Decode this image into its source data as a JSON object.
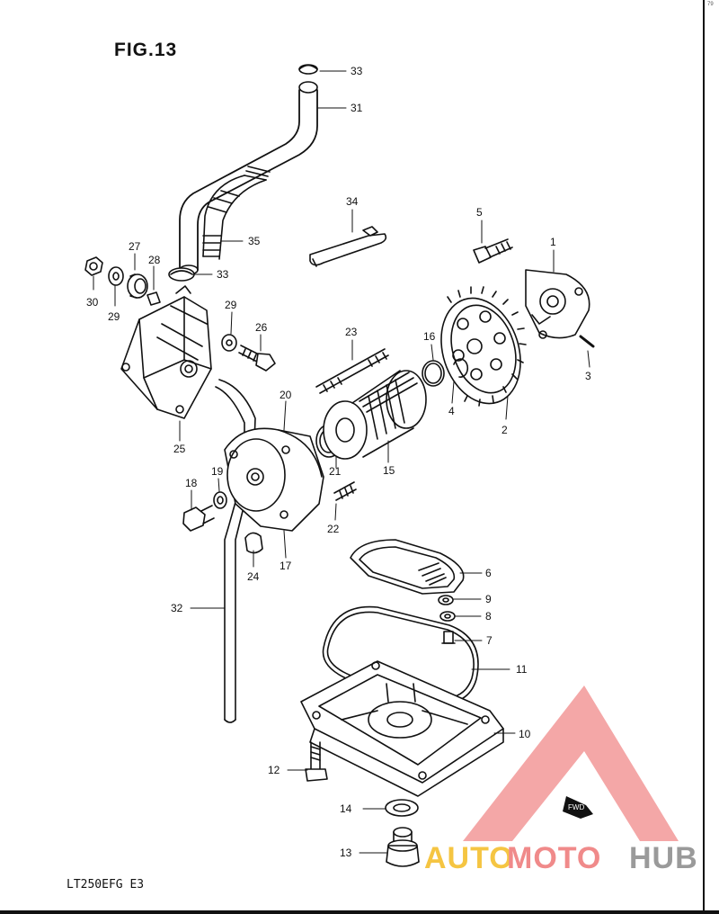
{
  "figure": {
    "title": "FIG.13",
    "model_code": "LT250EFG  E3",
    "corner_mark": "79"
  },
  "watermark": {
    "text_auto": "AUTO",
    "text_moto": "MOTO",
    "text_hub": "HUB",
    "fwd_label": "FWD",
    "colors": {
      "auto": "#f5c542",
      "moto": "#f08a8a",
      "hub": "#9a9a9a",
      "triangle": "#f08a8a"
    }
  },
  "parts": [
    {
      "id": "33a",
      "label": "33"
    },
    {
      "id": "31",
      "label": "31"
    },
    {
      "id": "35",
      "label": "35"
    },
    {
      "id": "33b",
      "label": "33"
    },
    {
      "id": "34",
      "label": "34"
    },
    {
      "id": "5",
      "label": "5"
    },
    {
      "id": "1",
      "label": "1"
    },
    {
      "id": "3",
      "label": "3"
    },
    {
      "id": "27",
      "label": "27"
    },
    {
      "id": "28",
      "label": "28"
    },
    {
      "id": "30",
      "label": "30"
    },
    {
      "id": "29a",
      "label": "29"
    },
    {
      "id": "29b",
      "label": "29"
    },
    {
      "id": "26",
      "label": "26"
    },
    {
      "id": "25",
      "label": "25"
    },
    {
      "id": "23",
      "label": "23"
    },
    {
      "id": "16",
      "label": "16"
    },
    {
      "id": "4",
      "label": "4"
    },
    {
      "id": "2",
      "label": "2"
    },
    {
      "id": "20",
      "label": "20"
    },
    {
      "id": "21",
      "label": "21"
    },
    {
      "id": "15",
      "label": "15"
    },
    {
      "id": "19",
      "label": "19"
    },
    {
      "id": "18",
      "label": "18"
    },
    {
      "id": "22",
      "label": "22"
    },
    {
      "id": "24",
      "label": "24"
    },
    {
      "id": "17",
      "label": "17"
    },
    {
      "id": "6",
      "label": "6"
    },
    {
      "id": "9",
      "label": "9"
    },
    {
      "id": "8",
      "label": "8"
    },
    {
      "id": "7",
      "label": "7"
    },
    {
      "id": "32",
      "label": "32"
    },
    {
      "id": "11",
      "label": "11"
    },
    {
      "id": "10",
      "label": "10"
    },
    {
      "id": "12",
      "label": "12"
    },
    {
      "id": "14",
      "label": "14"
    },
    {
      "id": "13",
      "label": "13"
    }
  ]
}
